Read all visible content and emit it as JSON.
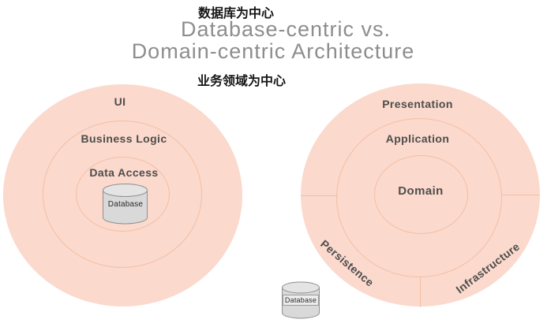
{
  "title": {
    "zh_top": "数据库为中心",
    "en_line1": "Database-centric vs.",
    "en_line2": "Domain-centric Architecture",
    "zh_bottom": "业务领域为中心"
  },
  "left": {
    "rings": [
      "UI",
      "Business Logic",
      "Data Access"
    ],
    "database_label": "Database"
  },
  "right": {
    "rings": [
      "Presentation",
      "Application",
      "Domain"
    ],
    "segments": [
      "Persistence",
      "Infrastructure"
    ],
    "database_label": "Database"
  },
  "icons": {
    "database": "database-cylinder"
  },
  "colors": {
    "background": "#ffffff",
    "circle_fill": "#fbd9cc",
    "ring_border": "#f3bfa5",
    "title_text": "#8d8d8d",
    "chinese_text": "#161616",
    "label_text": "#4d4d4d",
    "cylinder_fill": "#d9d9d9",
    "cylinder_top_fill": "#e4e4e4",
    "cylinder_border": "#8f8f8f"
  }
}
